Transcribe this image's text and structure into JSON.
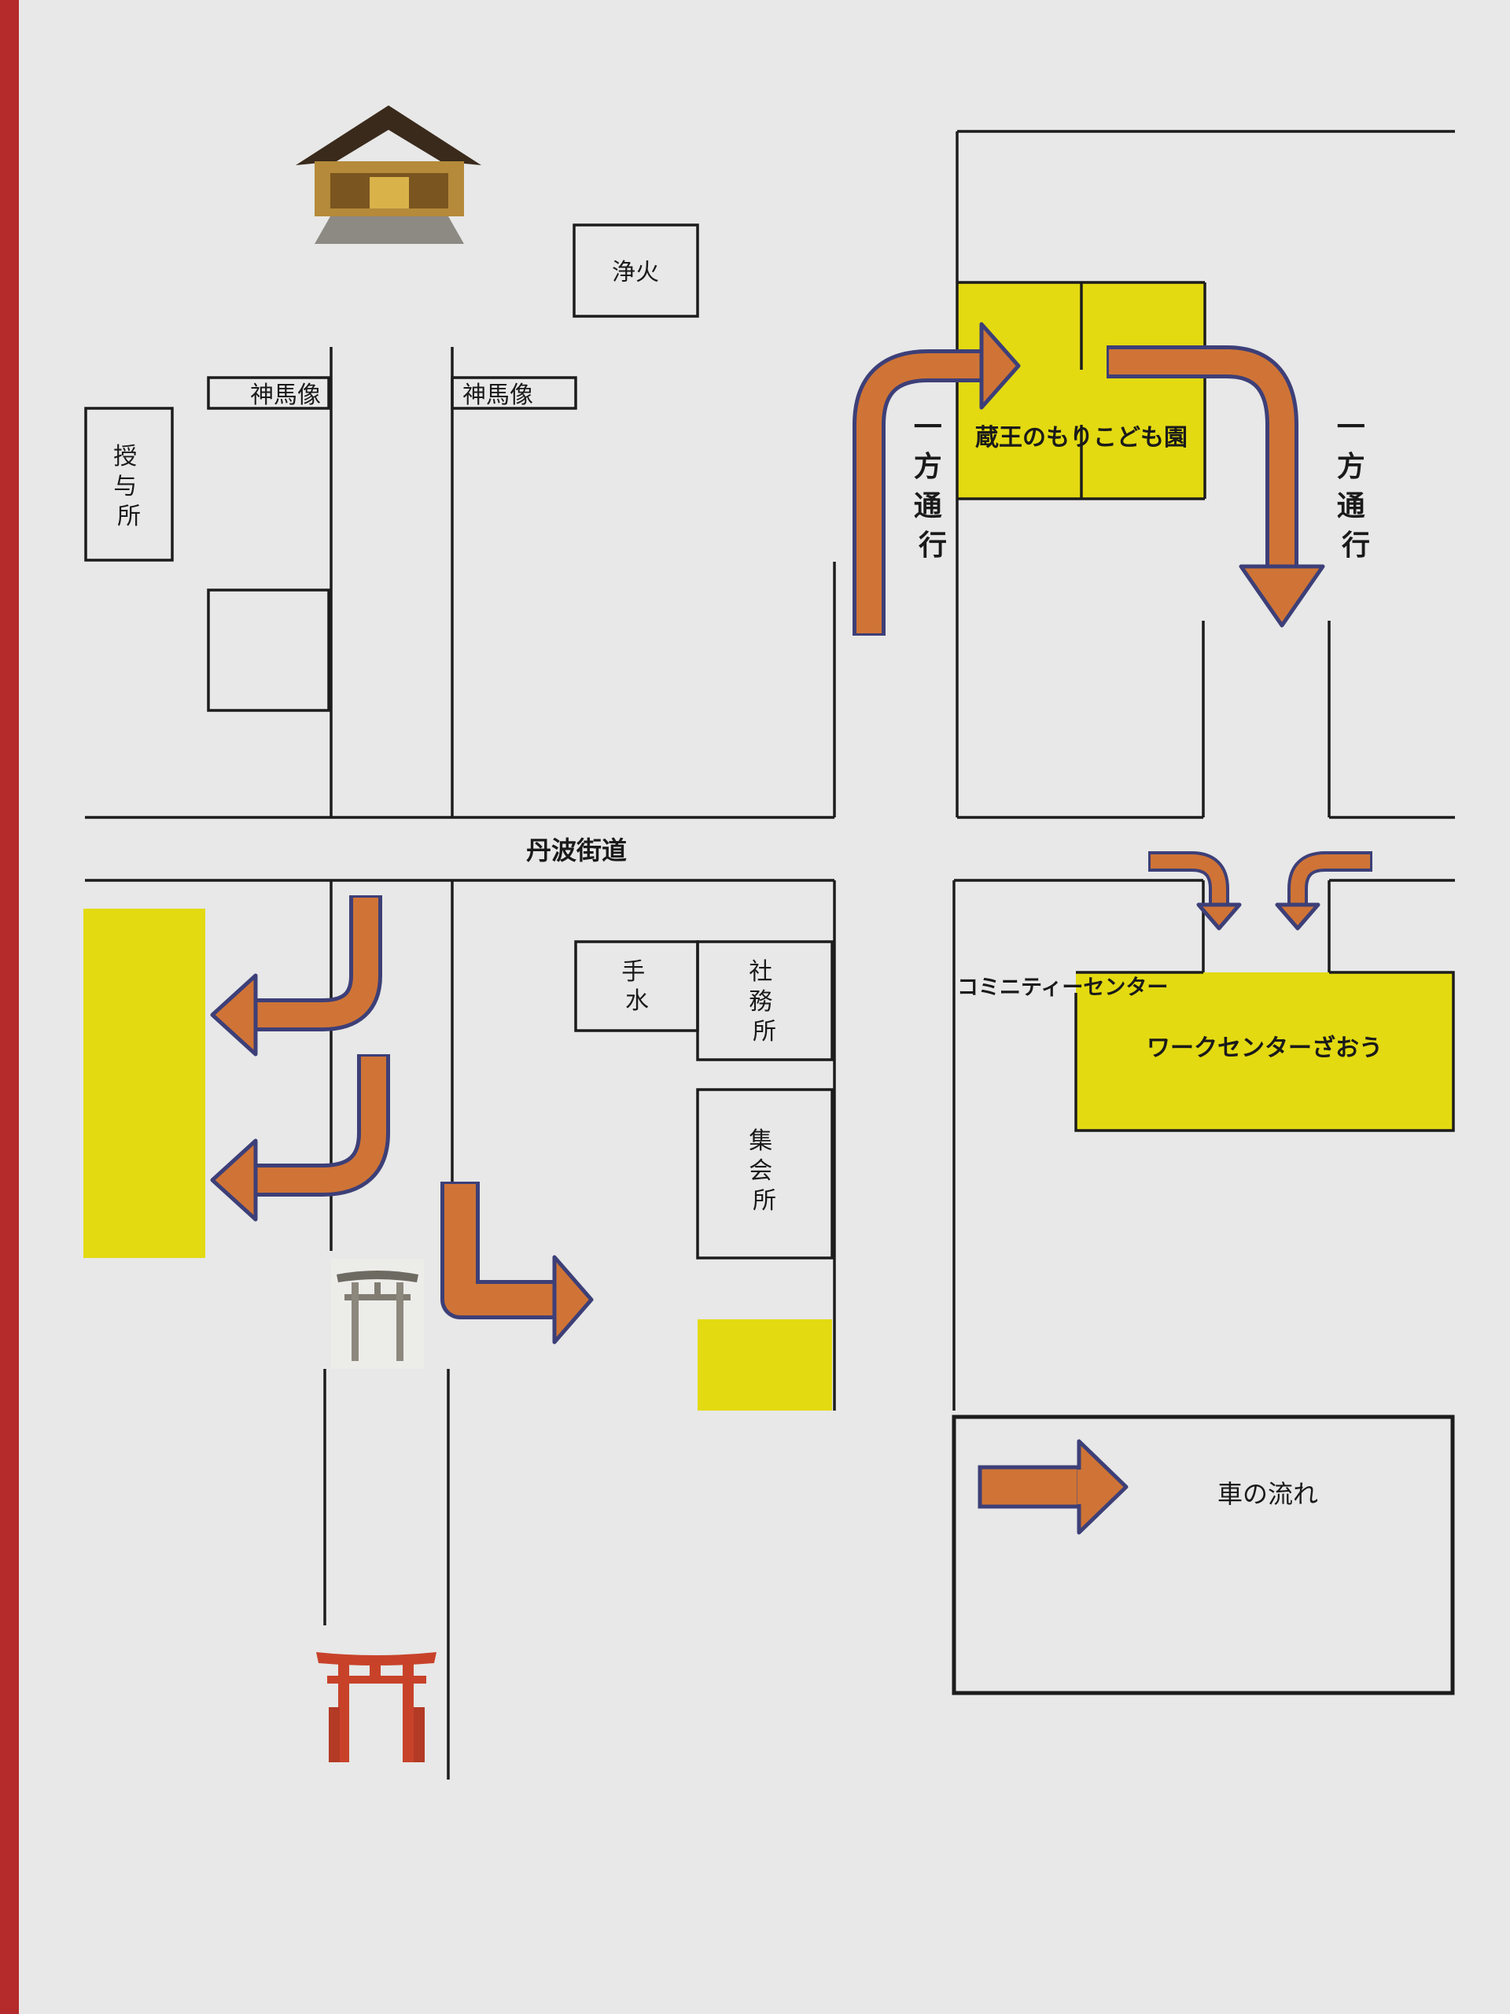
{
  "map": {
    "labels": {
      "purification_fire": "浄火",
      "sacred_horse_left": "神馬像",
      "sacred_horse_right": "神馬像",
      "amulet_office": [
        "授",
        "与",
        "所"
      ],
      "main_road": "丹波街道",
      "kindergarten": "蔵王のもりこども園",
      "one_way_left": [
        "一",
        "方",
        "通",
        "行"
      ],
      "one_way_right": [
        "一",
        "方",
        "通",
        "行"
      ],
      "purification_font": [
        "手",
        "水"
      ],
      "shrine_office": [
        "社",
        "務",
        "所"
      ],
      "assembly_hall": [
        "集",
        "会",
        "所"
      ],
      "community_center": "コミニティーセンター",
      "work_center": "ワークセンターざおう",
      "legend_traffic_flow": "車の流れ"
    },
    "colors": {
      "parking_yellow": "#e3da12",
      "arrow_fill": "#cf7436",
      "arrow_outline": "#3d3f78",
      "torii_red": "#c8422a"
    },
    "icons": [
      "shrine-building-icon",
      "stone-torii-icon",
      "red-torii-icon"
    ]
  }
}
